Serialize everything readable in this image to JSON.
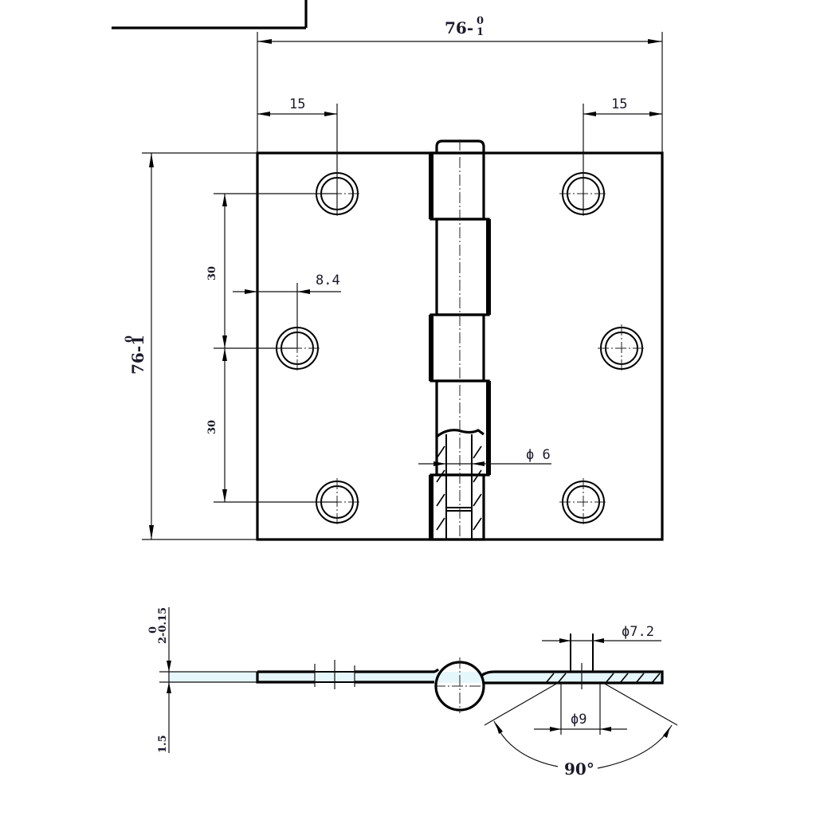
{
  "drawing": {
    "subject": "Butt hinge technical drawing",
    "views": [
      "front-view",
      "side-section-view"
    ]
  },
  "dimensions": {
    "overall_width": {
      "base": "76",
      "tol_upper": "0",
      "tol_lower": "-1"
    },
    "overall_height": {
      "base": "76",
      "tol_upper": "0",
      "tol_lower": "-1"
    },
    "hole_offset_left": "15",
    "hole_offset_right": "15",
    "hole_spacing_upper": "30",
    "hole_spacing_lower": "30",
    "hole_diameter": "8.4",
    "pin_diameter": "ϕ 6",
    "thickness": {
      "base": "2",
      "tol_upper": "0",
      "tol_lower": "-0.15"
    },
    "leaf_gap": "1.5",
    "countersink_inner": "ϕ 7.2",
    "countersink_outer": "ϕ 9",
    "countersink_angle": "90°"
  },
  "labels": {
    "width_base": "76-",
    "width_tol_top": "0",
    "width_tol_bottom": "1",
    "height_text": "76-1",
    "height_tol": "0",
    "left15": "15",
    "right15": "15",
    "upper30": "30",
    "lower30": "30",
    "hole": "8.4",
    "pin": "ϕ 6",
    "thick_text": "2-0.15",
    "thick_tol": "0",
    "gap": "1.5",
    "cs_inner": "ϕ7.2",
    "cs_outer": "ϕ9",
    "angle": "90°"
  }
}
